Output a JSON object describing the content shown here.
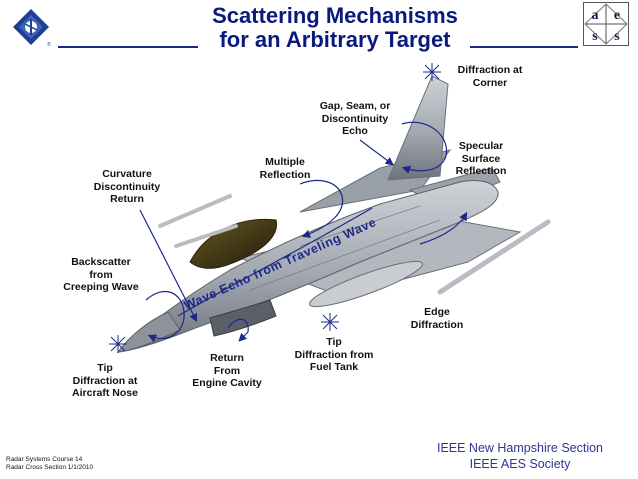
{
  "title_line1": "Scattering Mechanisms",
  "title_line2": "for an Arbitrary Target",
  "logo_right": {
    "letters": [
      "a",
      "e",
      "s",
      "s"
    ]
  },
  "labels": {
    "diffraction_corner": [
      "Diffraction at",
      "Corner"
    ],
    "gap_seam": [
      "Gap, Seam, or",
      "Discontinuity",
      "Echo"
    ],
    "specular": [
      "Specular",
      "Surface",
      "Reflection"
    ],
    "multiple": [
      "Multiple",
      "Reflection"
    ],
    "curvature": [
      "Curvature",
      "Discontinuity",
      "Return"
    ],
    "backscatter": [
      "Backscatter",
      "from",
      "Creeping Wave"
    ],
    "edge": [
      "Edge",
      "Diffraction"
    ],
    "tip_fuel": [
      "Tip",
      "Diffraction from",
      "Fuel Tank"
    ],
    "return_engine": [
      "Return",
      "From",
      "Engine Cavity"
    ],
    "tip_nose": [
      "Tip",
      "Diffraction at",
      "Aircraft Nose"
    ]
  },
  "traveling_wave": "Wave Echo from Traveling Wave",
  "footer_left": [
    "Radar Systems Course    14",
    "Radar Cross Section  1/1/2010"
  ],
  "footer_right": [
    "IEEE New Hampshire Section",
    "IEEE AES Society"
  ],
  "colors": {
    "title": "#0a1a7a",
    "curve": "#1b2a8a",
    "footer": "#2c3690",
    "aircraft": "#a7acb4"
  }
}
